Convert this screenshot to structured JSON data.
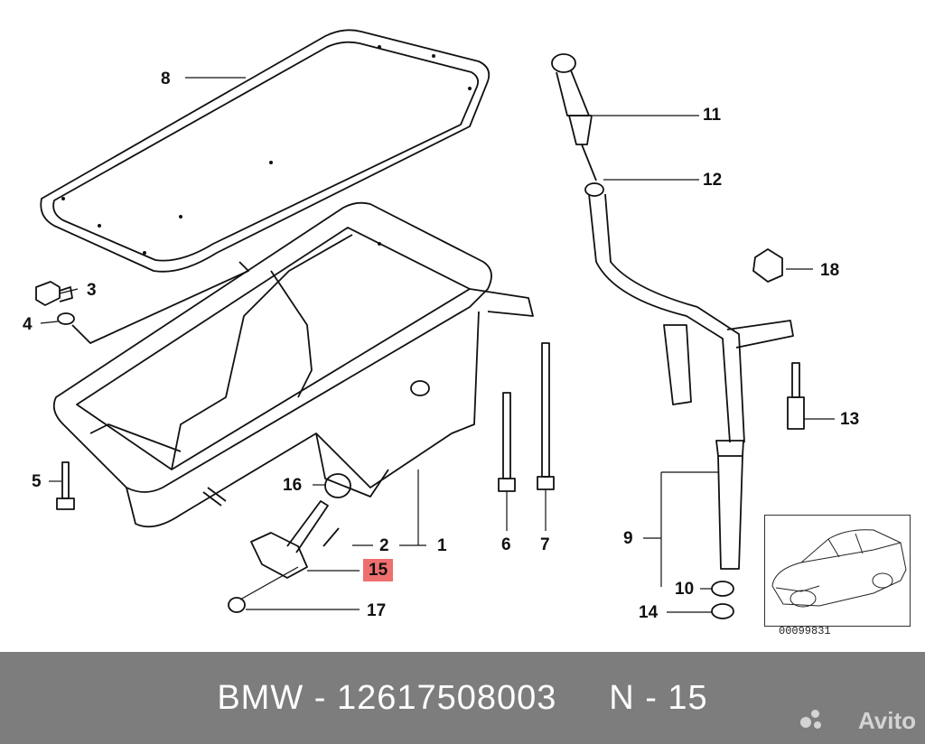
{
  "callouts": {
    "c1": "1",
    "c2": "2",
    "c3": "3",
    "c4": "4",
    "c5": "5",
    "c6": "6",
    "c7": "7",
    "c8": "8",
    "c9": "9",
    "c10": "10",
    "c11": "11",
    "c12": "12",
    "c13": "13",
    "c14": "14",
    "c15": "15",
    "c16": "16",
    "c17": "17",
    "c18": "18"
  },
  "highlight_color": "#ef6f6f",
  "reference_number": "00099831",
  "footer": {
    "caption": "BMW - 12617508003     N - 15",
    "background": "#7d7d7d",
    "watermark": "Avito"
  }
}
